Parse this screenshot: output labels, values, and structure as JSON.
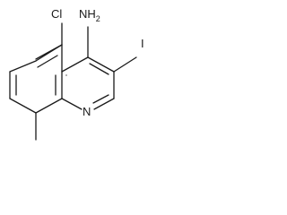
{
  "molecule": {
    "atoms": {
      "chloro": "Cl",
      "amine_n": "NH",
      "amine_h_count": "2",
      "iodo": "I",
      "ring_nitrogen": "N"
    },
    "colors": {
      "bond": "#1a1a1a",
      "label": "#1a1a1a",
      "background": "#ffffff"
    }
  }
}
